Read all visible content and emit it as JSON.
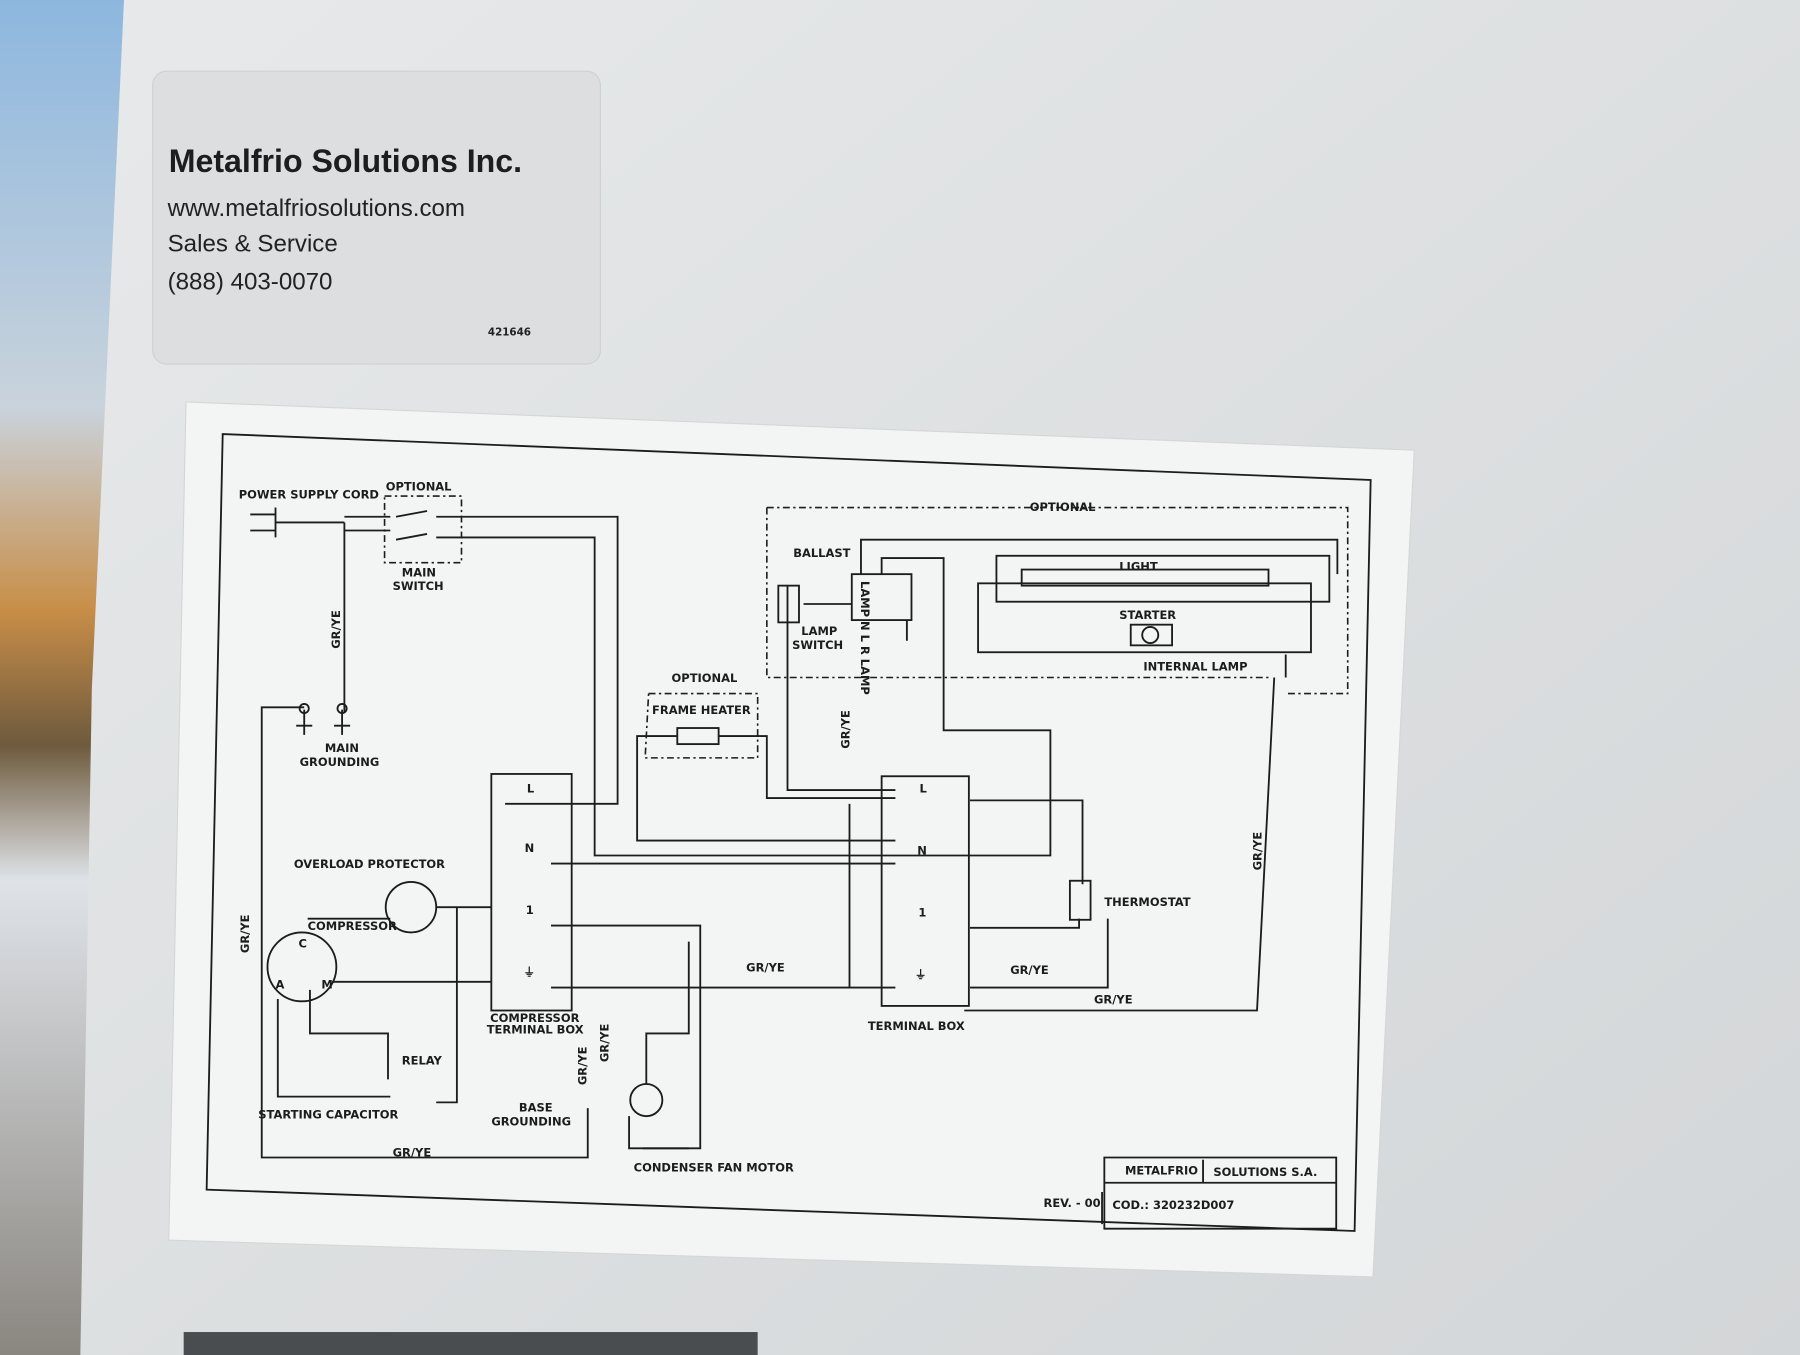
{
  "sticker": {
    "company": "Metalfrio Solutions Inc.",
    "website": "www.metalfriosolutions.com",
    "service": "Sales & Service",
    "phone": "(888) 403-0070",
    "code": "421646"
  },
  "diagram": {
    "power_supply_cord": "POWER SUPPLY CORD",
    "optional_switch": "OPTIONAL",
    "main_switch_1": "MAIN",
    "main_switch_2": "SWITCH",
    "main_grounding_1": "MAIN",
    "main_grounding_2": "GROUNDING",
    "optional_lamp": "OPTIONAL",
    "ballast": "BALLAST",
    "light": "LIGHT",
    "starter": "STARTER",
    "internal_lamp": "INTERNAL LAMP",
    "lamp_switch_1": "LAMP",
    "lamp_switch_2": "SWITCH",
    "optional_heater": "OPTIONAL",
    "frame_heater": "FRAME HEATER",
    "overload_protector": "OVERLOAD PROTECTOR",
    "compressor": "COMPRESSOR",
    "thermostat": "THERMOSTAT",
    "compressor_tb_1": "COMPRESSOR",
    "compressor_tb_2": "TERMINAL BOX",
    "terminal_box": "TERMINAL BOX",
    "relay": "RELAY",
    "starting_capacitor": "STARTING CAPACITOR",
    "base_grounding_1": "BASE",
    "base_grounding_2": "GROUNDING",
    "condenser_fan_motor": "CONDENSER FAN MOTOR",
    "ground_wire": "GR/YE",
    "terminals": [
      "L",
      "N",
      "1",
      "⏚"
    ],
    "ballast_pins": "LAMP N L R LAMP",
    "compressor_pins": [
      "C",
      "A",
      "M"
    ]
  },
  "title_block": {
    "company_left": "METALFRIO",
    "company_right": "SOLUTIONS S.A.",
    "revision": "REV. - 00",
    "code": "COD.: 320232D007"
  }
}
